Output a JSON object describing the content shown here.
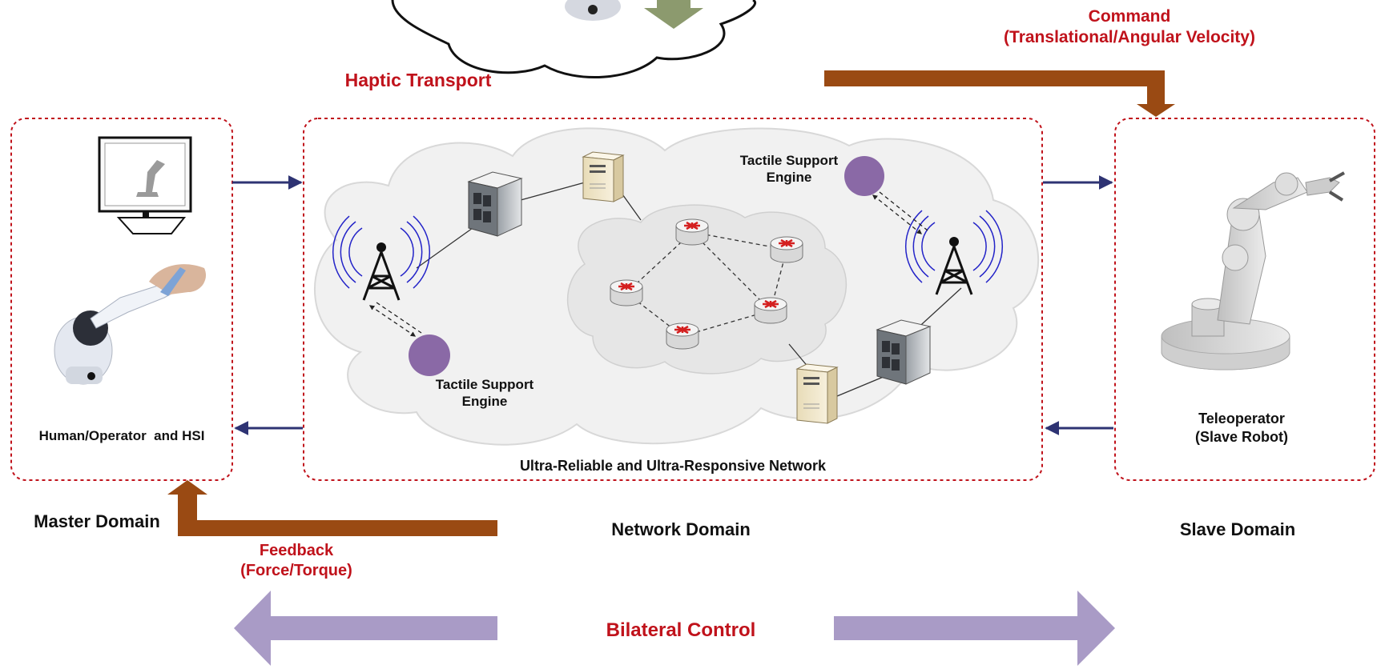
{
  "labels": {
    "command_line1": "Command",
    "command_line2": "(Translational/Angular Velocity)",
    "haptic_transport": "Haptic Transport",
    "tse_top_line1": "Tactile Support",
    "tse_top_line2": "Engine",
    "tse_bottom_line1": "Tactile Support",
    "tse_bottom_line2": "Engine",
    "human_operator": "Human/Operator  and HSI",
    "network_name": "Ultra-Reliable and Ultra-Responsive Network",
    "teleoperator_line1": "Teleoperator",
    "teleoperator_line2": "(Slave Robot)",
    "master_domain": "Master Domain",
    "network_domain": "Network Domain",
    "slave_domain": "Slave Domain",
    "feedback_line1": "Feedback",
    "feedback_line2": "(Force/Torque)",
    "bilateral_control": "Bilateral Control"
  },
  "colors": {
    "label_red": "#c0121b",
    "domain_border": "#c0121b",
    "flow_arrow": "#9a4a13",
    "bilateral_arrow": "#a99bc6",
    "link_arrow": "#2e3373",
    "tse_circle": "#8a69a6",
    "antenna_waves": "#2323c8",
    "router_red": "#d42020",
    "cloud_fill": "#f1f1f1"
  },
  "icons": [
    "cloud-icon",
    "antenna-icon",
    "server-rack-icon",
    "server-tower-icon",
    "router-icon",
    "monitor-icon",
    "haptic-device-icon",
    "robot-arm-icon"
  ]
}
